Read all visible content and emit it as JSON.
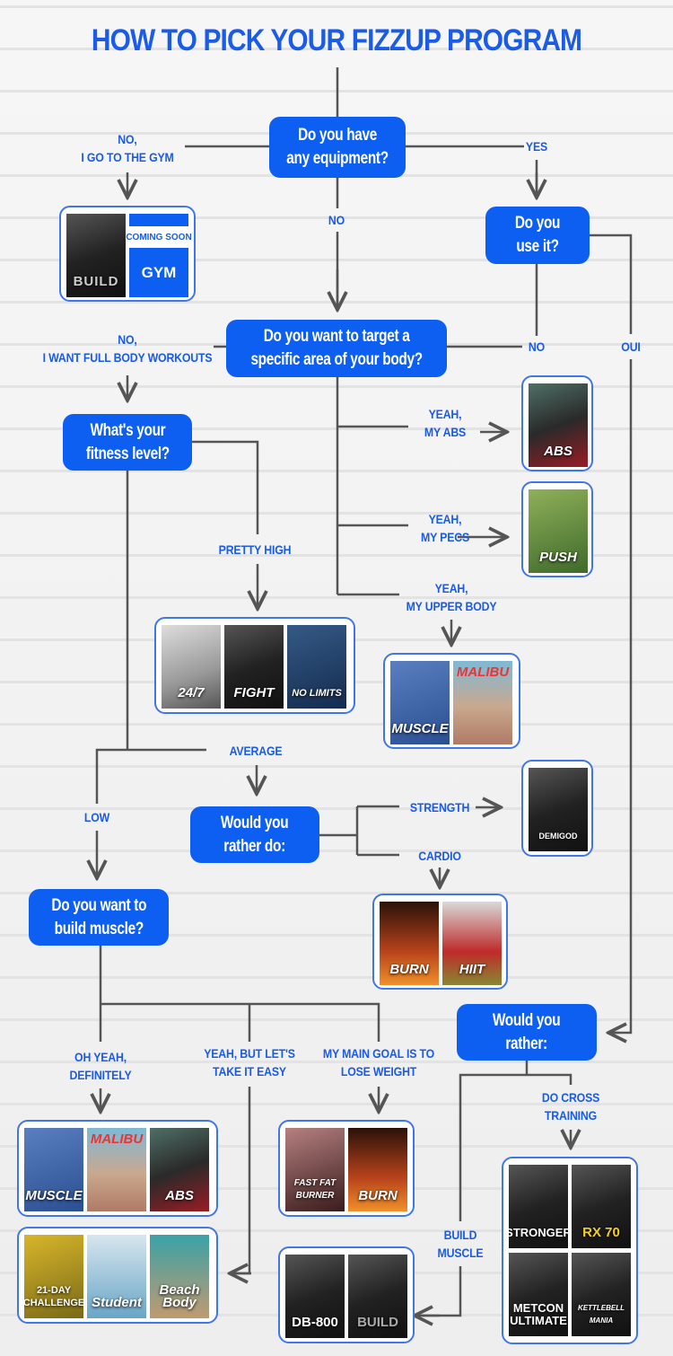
{
  "title": "HOW TO PICK YOUR FIZZUP PROGRAM",
  "questions": {
    "equipment": [
      "Do you have",
      "any equipment?"
    ],
    "use_it": [
      "Do you",
      "use it?"
    ],
    "target": [
      "Do you want to target a",
      "specific area of your body?"
    ],
    "fitness": [
      "What's your",
      "fitness level?"
    ],
    "rather_do": [
      "Would you",
      "rather do:"
    ],
    "build_muscle": [
      "Do you want to",
      "build muscle?"
    ],
    "rather": [
      "Would you",
      "rather:"
    ]
  },
  "labels": {
    "no_gym": [
      "NO,",
      "I GO TO THE GYM"
    ],
    "yes": "YES",
    "no1": "NO",
    "no2": "NO",
    "oui": "OUI",
    "full_body": [
      "NO,",
      "I WANT FULL BODY WORKOUTS"
    ],
    "my_abs": [
      "YEAH,",
      "MY ABS"
    ],
    "my_pecs": [
      "YEAH,",
      "MY PECS"
    ],
    "upper_body": [
      "YEAH,",
      "MY UPPER BODY"
    ],
    "pretty_high": "PRETTY HIGH",
    "average": "AVERAGE",
    "low": "LOW",
    "strength": "STRENGTH",
    "cardio": "CARDIO",
    "definitely": [
      "OH YEAH,",
      "DEFINITELY"
    ],
    "easy": [
      "YEAH, BUT LET'S",
      "TAKE IT EASY"
    ],
    "lose_weight": [
      "MY MAIN GOAL IS TO",
      "LOSE WEIGHT"
    ],
    "cross": [
      "DO CROSS",
      "TRAINING"
    ],
    "build": [
      "BUILD",
      "MUSCLE"
    ]
  },
  "programs": {
    "gym": {
      "build": "BUILD",
      "coming_soon": "COMING SOON",
      "gym": "GYM"
    },
    "abs": "ABS",
    "push": "PUSH",
    "high": [
      "24/7",
      "FIGHT",
      "NO LIMITS"
    ],
    "upper": [
      "MUSCLE",
      "MALIBU"
    ],
    "demigod": "DEMIGOD",
    "cardio": [
      "BURN",
      "HIIT"
    ],
    "muscle": [
      "MUSCLE",
      "MALIBU",
      "ABS"
    ],
    "easy": [
      "21-DAY CHALLENGE",
      "Student",
      "Beach Body"
    ],
    "lose": [
      "FAST FAT BURNER",
      "BURN"
    ],
    "buildm": [
      "DB-800",
      "BUILD"
    ],
    "cross": [
      "STRONGER",
      "RX 70",
      "METCON ULTIMATE",
      "KETTLEBELL MANIA"
    ]
  },
  "colors": {
    "accent": "#0d5ff2",
    "line": "#555555"
  }
}
